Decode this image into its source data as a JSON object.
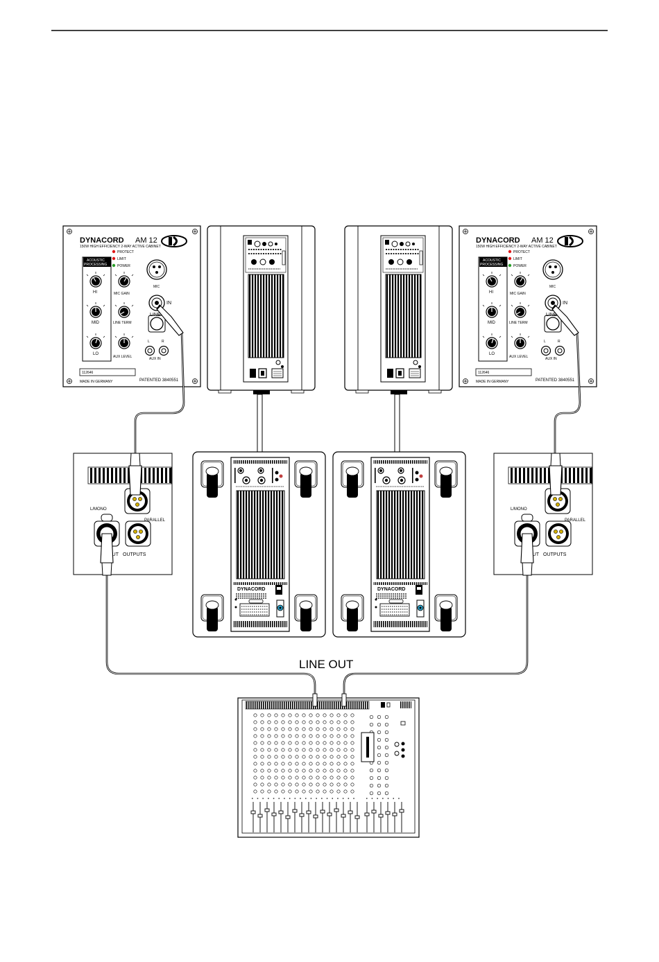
{
  "amp": {
    "brand": "DYNACORD",
    "model": "AM 12",
    "subtitle": "150W HIGH EFFICIENCY 2-WAY ACTIVE CABINET",
    "led_protect": "PROTECT",
    "led_limit": "LIMIT",
    "led_power": "POWER",
    "ap_line1": "ACOUSTIC",
    "ap_line2": "PROCESSING",
    "knob_hi": "HI",
    "knob_mid": "MID",
    "knob_lo": "LO",
    "mic": "MIC",
    "mic_gain": "MIC GAIN",
    "line_term": "LINE TERM",
    "aux_level": "AUX LEVEL",
    "line": "LINE",
    "in": "IN",
    "aux_in": "AUX IN",
    "aux_l": "L",
    "aux_r": "R",
    "serial": "112646",
    "made_in": "MADE IN GERMANY",
    "patented": "PATENTED 3840551"
  },
  "connector_panel": {
    "lmono": "L/MONO",
    "parallel": "PARALLEL",
    "input": "INPUT",
    "outputs": "OUTPUTS"
  },
  "sub": {
    "brand": "DYNACORD"
  },
  "labels": {
    "line_out": "LINE OUT"
  },
  "colors": {
    "led_red": "#e01818",
    "led_green": "#2aa02a",
    "line": "#000000"
  }
}
